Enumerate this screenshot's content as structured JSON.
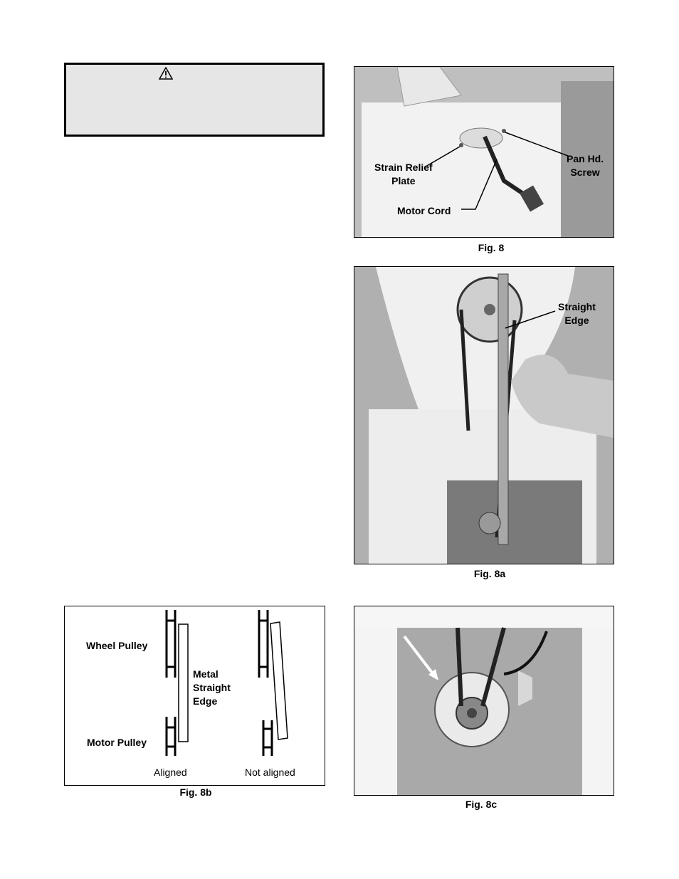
{
  "warning": {
    "icon": "warning-triangle-icon",
    "text": ""
  },
  "figures": {
    "fig8": {
      "caption": "Fig. 8",
      "labels": {
        "strain_relief_1": "Strain Relief",
        "strain_relief_2": "Plate",
        "pan_hd_1": "Pan Hd.",
        "pan_hd_2": "Screw",
        "motor_cord": "Motor Cord"
      }
    },
    "fig8a": {
      "caption": "Fig. 8a",
      "labels": {
        "straight_1": "Straight",
        "straight_2": "Edge"
      }
    },
    "fig8b": {
      "caption": "Fig. 8b",
      "labels": {
        "wheel_pulley": "Wheel Pulley",
        "motor_pulley": "Motor Pulley",
        "metal_1": "Metal",
        "metal_2": "Straight",
        "metal_3": "Edge",
        "aligned": "Aligned",
        "not_aligned": "Not aligned"
      }
    },
    "fig8c": {
      "caption": "Fig. 8c"
    }
  }
}
